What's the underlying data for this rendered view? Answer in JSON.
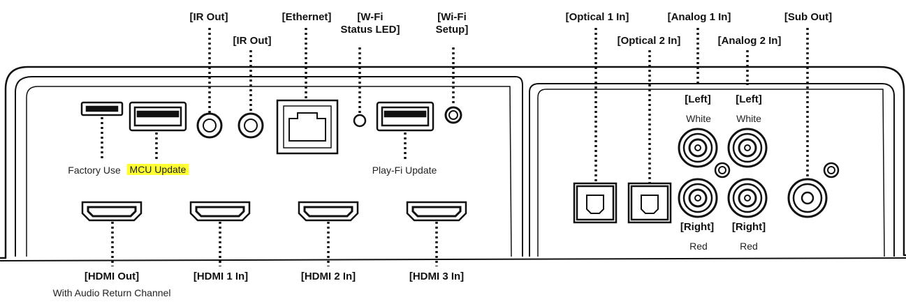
{
  "labels": {
    "ir_out_1": "[IR Out]",
    "ir_out_2": "[IR Out]",
    "ethernet": "[Ethernet]",
    "wifi_status_led": "[W-Fi\nStatus LED]",
    "wifi_setup": "[Wi-Fi\nSetup]",
    "optical_1_in": "[Optical 1 In]",
    "optical_2_in": "[Optical 2 In]",
    "analog_1_in": "[Analog 1 In]",
    "analog_2_in": "[Analog 2 In]",
    "sub_out": "[Sub Out]",
    "factory_use": "Factory Use",
    "mcu_update": "MCU Update",
    "play_fi_update": "Play-Fi Update",
    "left_1": "[Left]",
    "left_1_color": "White",
    "left_2": "[Left]",
    "left_2_color": "White",
    "right_1": "[Right]",
    "right_1_color": "Red",
    "right_2": "[Right]",
    "right_2_color": "Red",
    "hdmi_out": "[HDMI Out]",
    "hdmi_out_note": "With Audio Return Channel",
    "hdmi_1_in": "[HDMI 1 In]",
    "hdmi_2_in": "[HDMI 2 In]",
    "hdmi_3_in": "[HDMI 3 In]"
  },
  "colors": {
    "highlight": "#ffff33",
    "line": "#111111"
  }
}
